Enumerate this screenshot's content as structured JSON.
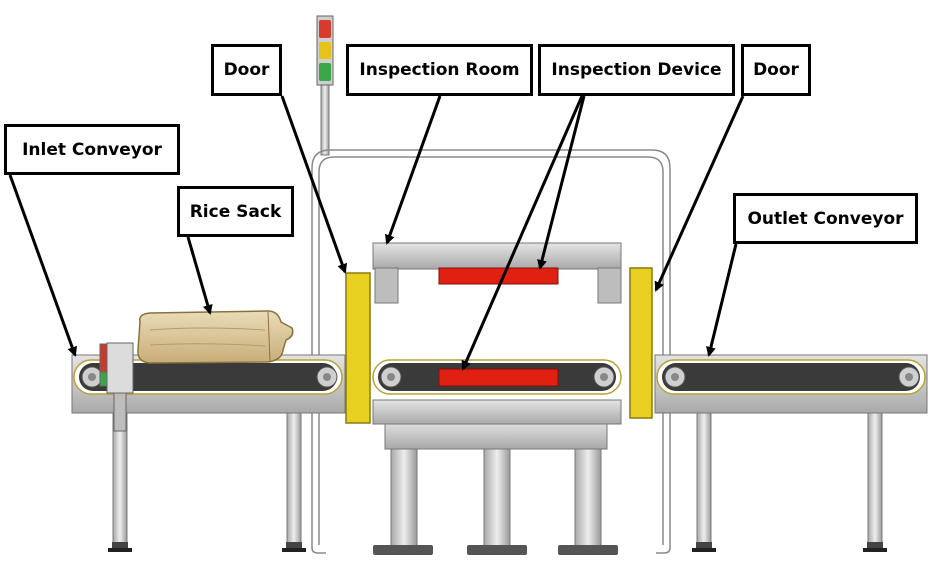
{
  "labels": {
    "door_left": "Door",
    "inspection_room": "Inspection Room",
    "inspection_device": "Inspection Device",
    "door_right": "Door",
    "inlet_conveyor": "Inlet Conveyor",
    "rice_sack": "Rice Sack",
    "outlet_conveyor": "Outlet Conveyor"
  },
  "colors": {
    "frame_gray": "#c9c9c9",
    "belt_dark": "#3a3a3a",
    "door_yellow": "#e8d020",
    "device_red": "#e02010",
    "sack_tan": "#dcc598",
    "lamp_red": "#d93a2b",
    "lamp_yellow": "#e6c21a",
    "lamp_green": "#3aa64a"
  }
}
